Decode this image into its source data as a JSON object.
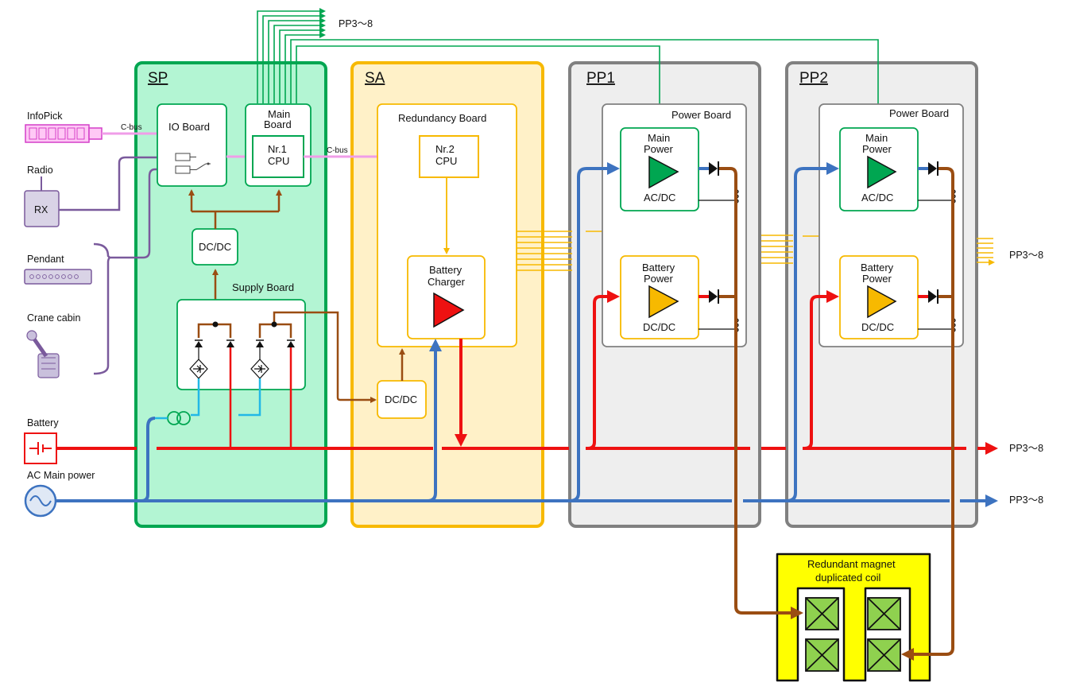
{
  "sections": {
    "sp": "SP",
    "sa": "SA",
    "pp1": "PP1",
    "pp2": "PP2"
  },
  "left": {
    "infopick": "InfoPick",
    "cbus_left": "C-bus",
    "radio": "Radio",
    "rx": "RX",
    "pendant": "Pendant",
    "crane_cabin": "Crane cabin",
    "battery": "Battery",
    "ac_main": "AC Main power"
  },
  "sp": {
    "io_board": "IO Board",
    "main_board_l1": "Main",
    "main_board_l2": "Board",
    "cpu1_l1": "Nr.1",
    "cpu1_l2": "CPU",
    "dcdc": "DC/DC",
    "supply_board": "Supply Board"
  },
  "sa": {
    "cbus_mid": "C-bus",
    "redundancy_board": "Redundancy Board",
    "cpu2_l1": "Nr.2",
    "cpu2_l2": "CPU",
    "charger_l1": "Battery",
    "charger_l2": "Charger",
    "dcdc": "DC/DC"
  },
  "pp": {
    "power_board": "Power Board",
    "main_power_l1": "Main",
    "main_power_l2": "Power",
    "acdc": "AC/DC",
    "battery_power_l1": "Battery",
    "battery_power_l2": "Power",
    "dcdc": "DC/DC"
  },
  "outputs": {
    "top": "PP3～8",
    "right_yellow": "PP3～8",
    "right_red": "PP3～8",
    "right_blue": "PP3～8"
  },
  "magnet": {
    "line1": "Redundant magnet",
    "line2": "duplicated coil"
  },
  "colors": {
    "green": "#00a651",
    "green_fill": "#b3f5d3",
    "yellow": "#f7b900",
    "yellow_fill": "#fff1c8",
    "grey": "#808080",
    "grey_fill": "#eeeeee",
    "red": "#ee1111",
    "blue": "#3d73c0",
    "brown": "#9a4d12",
    "purple": "#7a5a9c",
    "pink": "#f09de8",
    "magnet_yellow": "#ffff00",
    "coil_green": "#8fd14f"
  }
}
